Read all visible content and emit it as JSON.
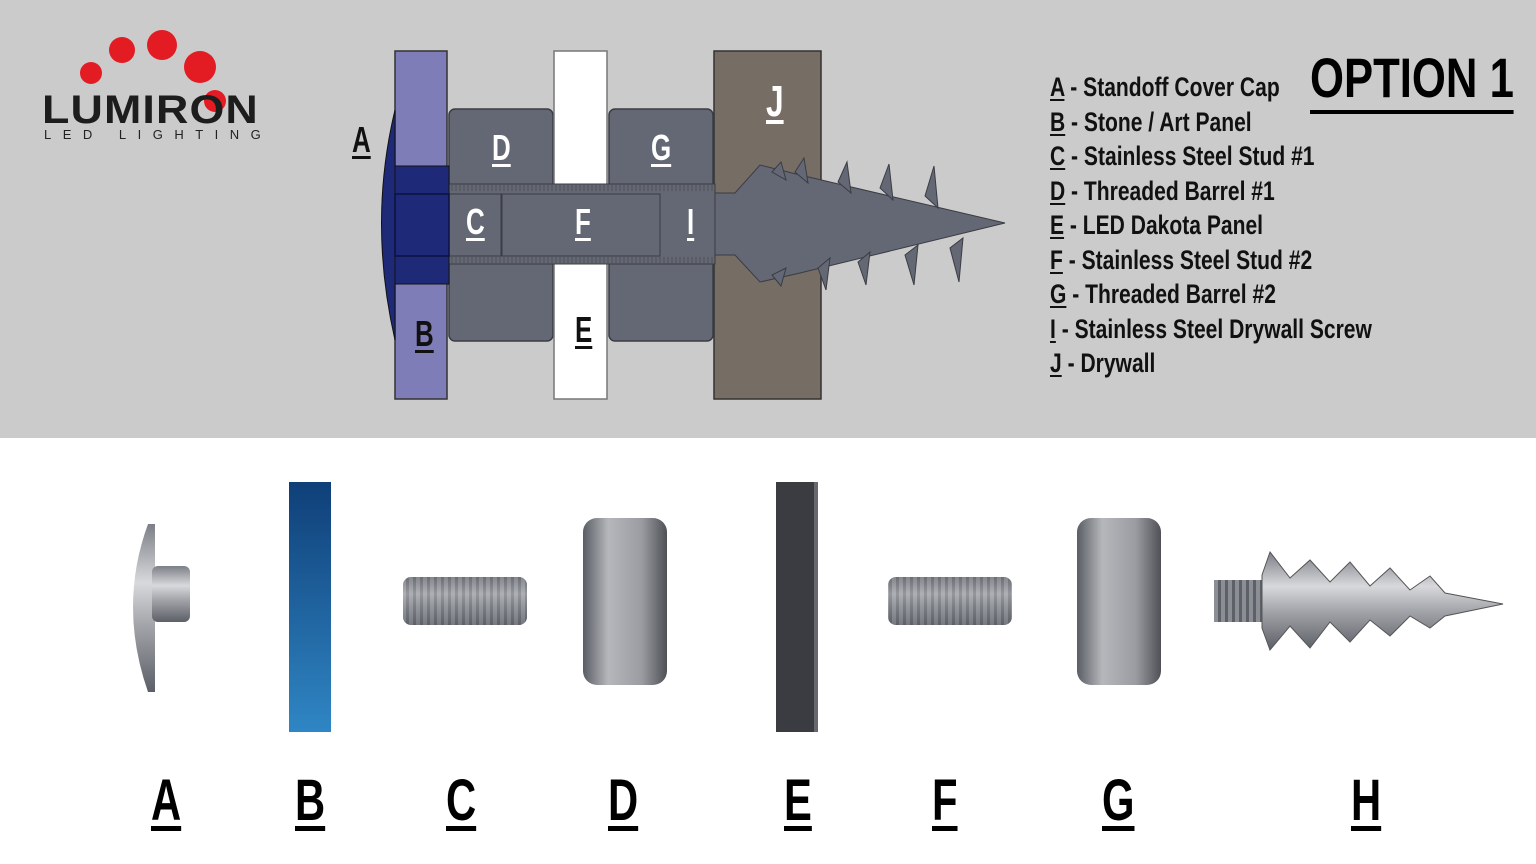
{
  "brand": {
    "name": "LUMIRON",
    "tagline": "LED LIGHTING",
    "accent_color": "#e31b23"
  },
  "title": "OPTION 1",
  "diagram_labels": {
    "A": "A",
    "B": "B",
    "C": "C",
    "D": "D",
    "E": "E",
    "F": "F",
    "G": "G",
    "I": "I",
    "J": "J"
  },
  "legend": [
    {
      "letter": "A",
      "text": " - Standoff Cover Cap"
    },
    {
      "letter": "B",
      "text": " - Stone / Art Panel"
    },
    {
      "letter": "C",
      "text": " - Stainless Steel Stud #1"
    },
    {
      "letter": "D",
      "text": " - Threaded Barrel #1"
    },
    {
      "letter": "E",
      "text": " - LED Dakota Panel"
    },
    {
      "letter": "F",
      "text": " - Stainless Steel Stud #2"
    },
    {
      "letter": "G",
      "text": " - Threaded Barrel #2"
    },
    {
      "letter": "I",
      "text": " - Stainless Steel Drywall Screw"
    },
    {
      "letter": "J",
      "text": " - Drywall"
    }
  ],
  "parts": [
    "A",
    "B",
    "C",
    "D",
    "E",
    "F",
    "G",
    "H"
  ],
  "colors": {
    "background_top": "#cbcbcb",
    "stone_panel": "#7f7db8",
    "cap": "#1e2a78",
    "barrel": "#646874",
    "drywall": "#766d65",
    "led_panel": "#ffffff"
  }
}
